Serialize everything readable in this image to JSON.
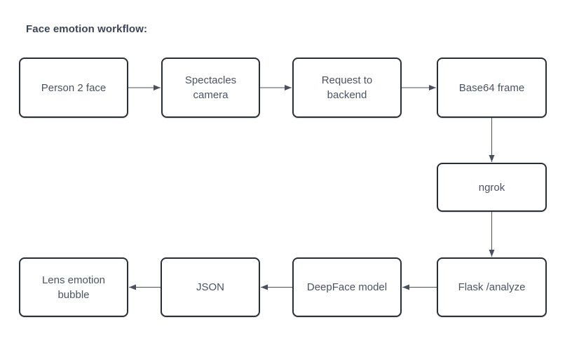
{
  "title": "Face emotion workflow:",
  "diagram": {
    "nodes": [
      {
        "id": "person-2-face",
        "label": "Person 2 face"
      },
      {
        "id": "spectacles-camera",
        "label": "Spectacles camera"
      },
      {
        "id": "request-to-backend",
        "label": "Request to backend"
      },
      {
        "id": "base64-frame",
        "label": "Base64 frame"
      },
      {
        "id": "ngrok",
        "label": "ngrok"
      },
      {
        "id": "flask-analyze",
        "label": "Flask /analyze"
      },
      {
        "id": "deepface-model",
        "label": "DeepFace model"
      },
      {
        "id": "json",
        "label": "JSON"
      },
      {
        "id": "lens-emotion-bubble",
        "label": "Lens emotion bubble"
      }
    ],
    "edges": [
      {
        "from": "person-2-face",
        "to": "spectacles-camera",
        "direction": "right"
      },
      {
        "from": "spectacles-camera",
        "to": "request-to-backend",
        "direction": "right"
      },
      {
        "from": "request-to-backend",
        "to": "base64-frame",
        "direction": "right"
      },
      {
        "from": "base64-frame",
        "to": "ngrok",
        "direction": "down"
      },
      {
        "from": "ngrok",
        "to": "flask-analyze",
        "direction": "down"
      },
      {
        "from": "flask-analyze",
        "to": "deepface-model",
        "direction": "left"
      },
      {
        "from": "deepface-model",
        "to": "json",
        "direction": "left"
      },
      {
        "from": "json",
        "to": "lens-emotion-bubble",
        "direction": "left"
      }
    ]
  },
  "colors": {
    "background": "#ffffff",
    "node_border": "#2a2e37",
    "node_fill": "#ffffff",
    "node_text": "#4a5362",
    "title_text": "#3d4454",
    "arrow": "#4a505c"
  }
}
